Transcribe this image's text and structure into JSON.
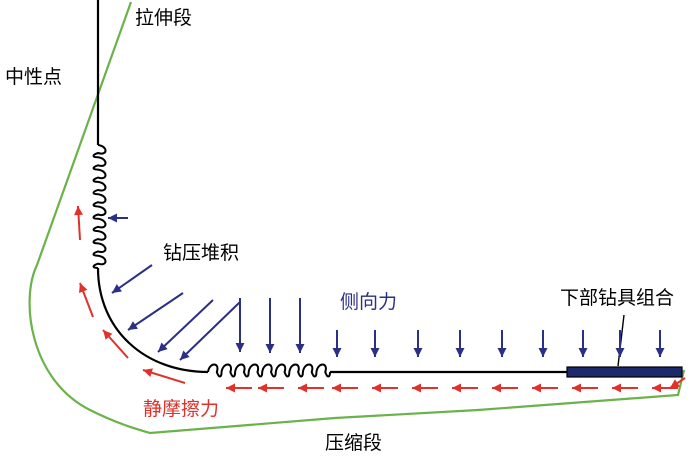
{
  "labels": {
    "tension_section": "拉伸段",
    "neutral_point": "中性点",
    "buckling_pileup": "钻压堆积",
    "lateral_force": "侧向力",
    "bha": "下部钻具组合",
    "static_friction": "静摩擦力",
    "compression_section": "压缩段"
  },
  "colors": {
    "pipe": "#000000",
    "wellbore": "#6ab24a",
    "lateral_force_arrow": "#2b2f86",
    "friction_arrow": "#e0312a",
    "bha_fill": "#1c2a6b"
  }
}
